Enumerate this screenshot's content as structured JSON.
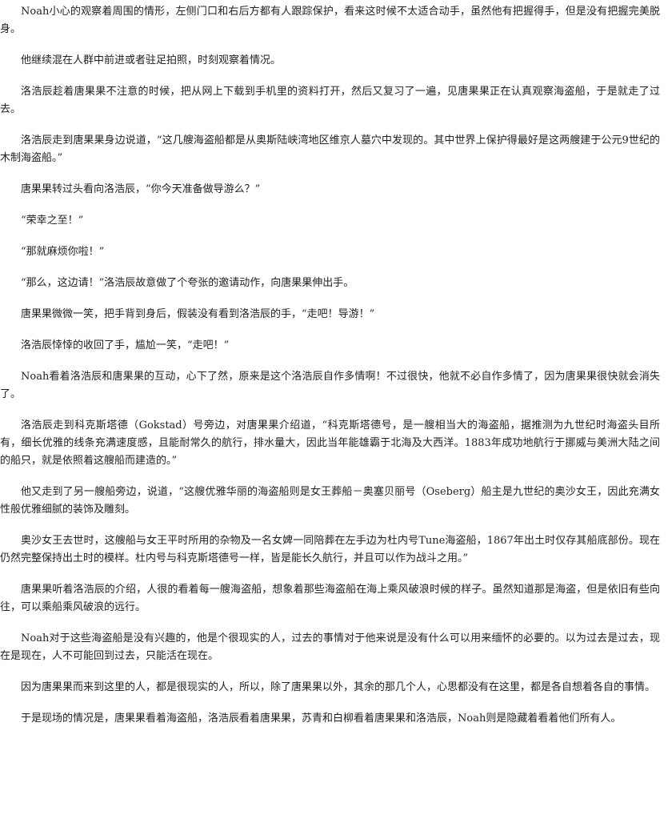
{
  "document": {
    "paragraphs": [
      "Noah小心的观察着周围的情形，左侧门口和右后方都有人跟踪保护，看来这时候不太适合动手，虽然他有把握得手，但是没有把握完美脱身。",
      "他继续混在人群中前进或者驻足拍照，时刻观察着情况。",
      "洛浩辰趁着唐果果不注意的时候，把从网上下载到手机里的资料打开，然后又复习了一遍，见唐果果正在认真观察海盗船，于是就走了过去。",
      "洛浩辰走到唐果果身边说道，“这几艘海盗船都是从奥斯陆峡湾地区维京人墓穴中发现的。其中世界上保护得最好是这两艘建于公元9世纪的木制海盗船。”",
      "唐果果转过头看向洛浩辰，“你今天准备做导游么？”",
      "“荣幸之至！”",
      "“那就麻烦你啦！”",
      "“那么，这边请！”洛浩辰故意做了个夸张的邀请动作，向唐果果伸出手。",
      "唐果果微微一笑，把手背到身后，假装没有看到洛浩辰的手，“走吧！导游！”",
      "洛浩辰悻悻的收回了手，尴尬一笑，“走吧！”",
      "Noah看着洛浩辰和唐果果的互动，心下了然，原来是这个洛浩辰自作多情啊！不过很快，他就不必自作多情了，因为唐果果很快就会消失了。",
      "洛浩辰走到科克斯塔德（Gokstad）号旁边，对唐果果介绍道，“科克斯塔德号，是一艘相当大的海盗船，据推测为九世纪时海盗头目所有，细长优雅的线条充满速度感，且能耐常久的航行，排水量大，因此当年能雄霸于北海及大西洋。1883年成功地航行于挪威与美洲大陆之间的船只，就是依照着这艘船而建造的。”",
      "他又走到了另一艘船旁边，说道，“这艘优雅华丽的海盗船则是女王葬船－奥塞贝丽号（Oseberg）船主是九世纪的奥沙女王，因此充满女性般优雅细腻的装饰及雕刻。",
      "奥沙女王去世时，这艘船与女王平时所用的杂物及一名女婢一同陪葬在左手边为杜内号Tune海盗船，1867年出土时仅存其船底部份。现在仍然完整保持出土时的模样。杜内号与科克斯塔德号一样，皆是能长久航行，并且可以作为战斗之用。”",
      "唐果果听着洛浩辰的介绍，人很的看着每一艘海盗船，想象着那些海盗船在海上乘风破浪时候的样子。虽然知道那是海盗，但是依旧有些向往，可以乘船乘风破浪的远行。",
      "Noah对于这些海盗船是没有兴趣的，他是个很现实的人，过去的事情对于他来说是没有什么可以用来缅怀的必要的。以为过去是过去，现在是现在，人不可能回到过去，只能活在现在。",
      "因为唐果果而来到这里的人，都是很现实的人，所以，除了唐果果以外，其余的那几个人，心思都没有在这里，都是各自想着各自的事情。",
      "于是现场的情况是，唐果果看着海盗船，洛浩辰看着唐果果，苏青和白柳看着唐果果和洛浩辰，Noah则是隐藏着看着他们所有人。"
    ]
  }
}
